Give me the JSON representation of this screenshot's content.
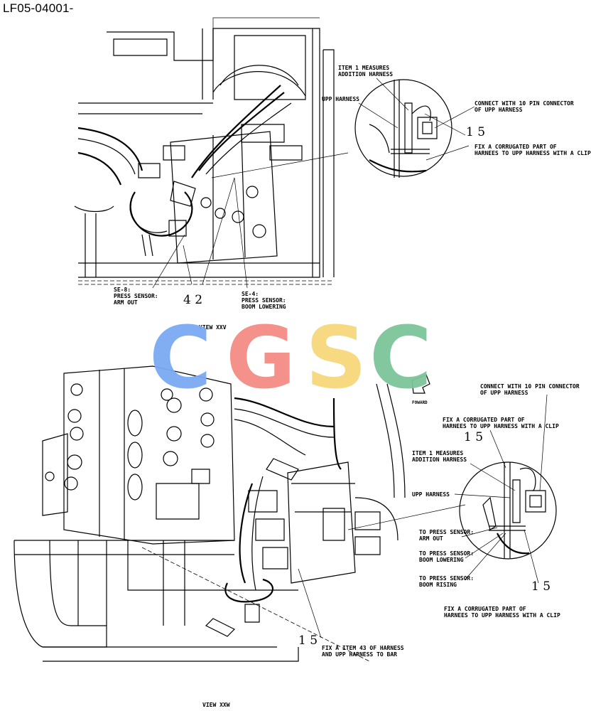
{
  "page_code": "LF05-04001-",
  "watermark": {
    "letters": [
      "C",
      "G",
      "S",
      "C"
    ],
    "colors": [
      "#7aaaf2",
      "#f28b84",
      "#f6d77a",
      "#7cc49a"
    ]
  },
  "view_top": {
    "title": "VIEW XXV",
    "labels": {
      "item1": [
        "ITEM 1 MEASURES",
        "ADDITION HARNESS"
      ],
      "upp": [
        "UPP HARNESS"
      ],
      "connect": [
        "CONNECT WITH 10 PIN CONNECTOR",
        "OF UPP HARNESS"
      ],
      "fix": [
        "FIX A CORRUGATED PART OF",
        "HARNEES TO UPP HARNESS WITH A CLIP"
      ],
      "se8": [
        "SE-8:",
        "PRESS SENSOR:",
        "ARM OUT"
      ],
      "se4": [
        "SE-4:",
        "PRESS SENSOR:",
        "BOOM LOWERING"
      ]
    },
    "numbers": {
      "n15": "1 5",
      "n42": "4 2"
    }
  },
  "view_bottom": {
    "title": "VIEW XXW",
    "forward": "FOWARD",
    "labels": {
      "connect": [
        "CONNECT WITH 10 PIN CONNECTOR",
        "OF UPP HARNESS"
      ],
      "fix_top": [
        "FIX A CORRUGATED PART OF",
        "HARNEES TO UPP HARNESS WITH A CLIP"
      ],
      "item1": [
        "ITEM 1 MEASURES",
        "ADDITION HARNESS"
      ],
      "upp": [
        "UPP HARNESS"
      ],
      "arm": [
        "TO PRESS SENSOR:",
        "ARM OUT"
      ],
      "lower": [
        "TO PRESS SENSOR:",
        "BOOM LOWERING"
      ],
      "rise": [
        "TO PRESS SENSOR:",
        "BOOM RISING"
      ],
      "fix_bot": [
        "FIX A CORRUGATED PART OF",
        "HARNEES TO UPP HARNESS WITH A CLIP"
      ],
      "bar": [
        "FIX A ITEM 43 OF HARNESS",
        "AND UPP HARNESS TO BAR"
      ]
    },
    "numbers": {
      "n15_top": "1 5",
      "n15_right": "1 5",
      "n15_bottom": "1 5"
    }
  }
}
